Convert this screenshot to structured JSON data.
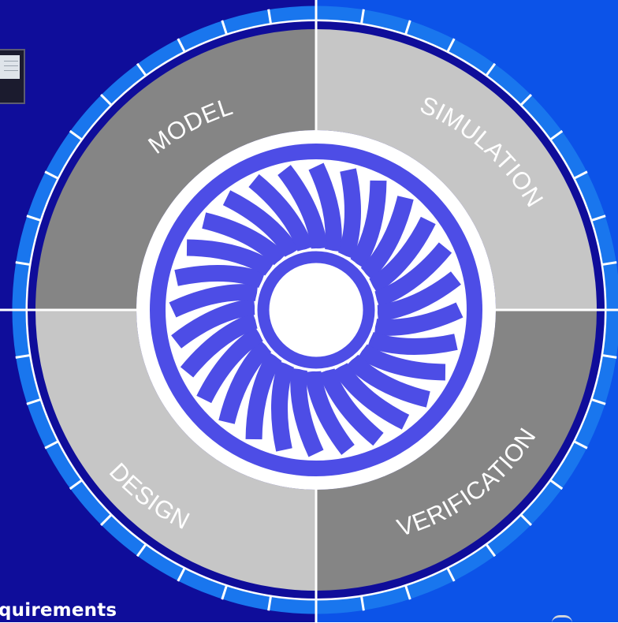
{
  "colors": {
    "background_left": "#0f0d9a",
    "background_right": "#0c53e8",
    "ring_outer": "#1976ee",
    "segment_dark": "#858585",
    "segment_light": "#c6c6c6",
    "hub_blue": "#4d4de6",
    "white": "#ffffff"
  },
  "segments": [
    {
      "id": "model",
      "label": "MODEL",
      "shade": "dark"
    },
    {
      "id": "simulation",
      "label": "SIMULATION",
      "shade": "light"
    },
    {
      "id": "verification",
      "label": "VERIFICATION",
      "shade": "dark"
    },
    {
      "id": "design",
      "label": "DESIGN",
      "shade": "light"
    }
  ],
  "footer_text": "quirements",
  "icons": {
    "hub": "turbine-fan-icon",
    "thumbnail": "document-thumbnail-icon"
  }
}
